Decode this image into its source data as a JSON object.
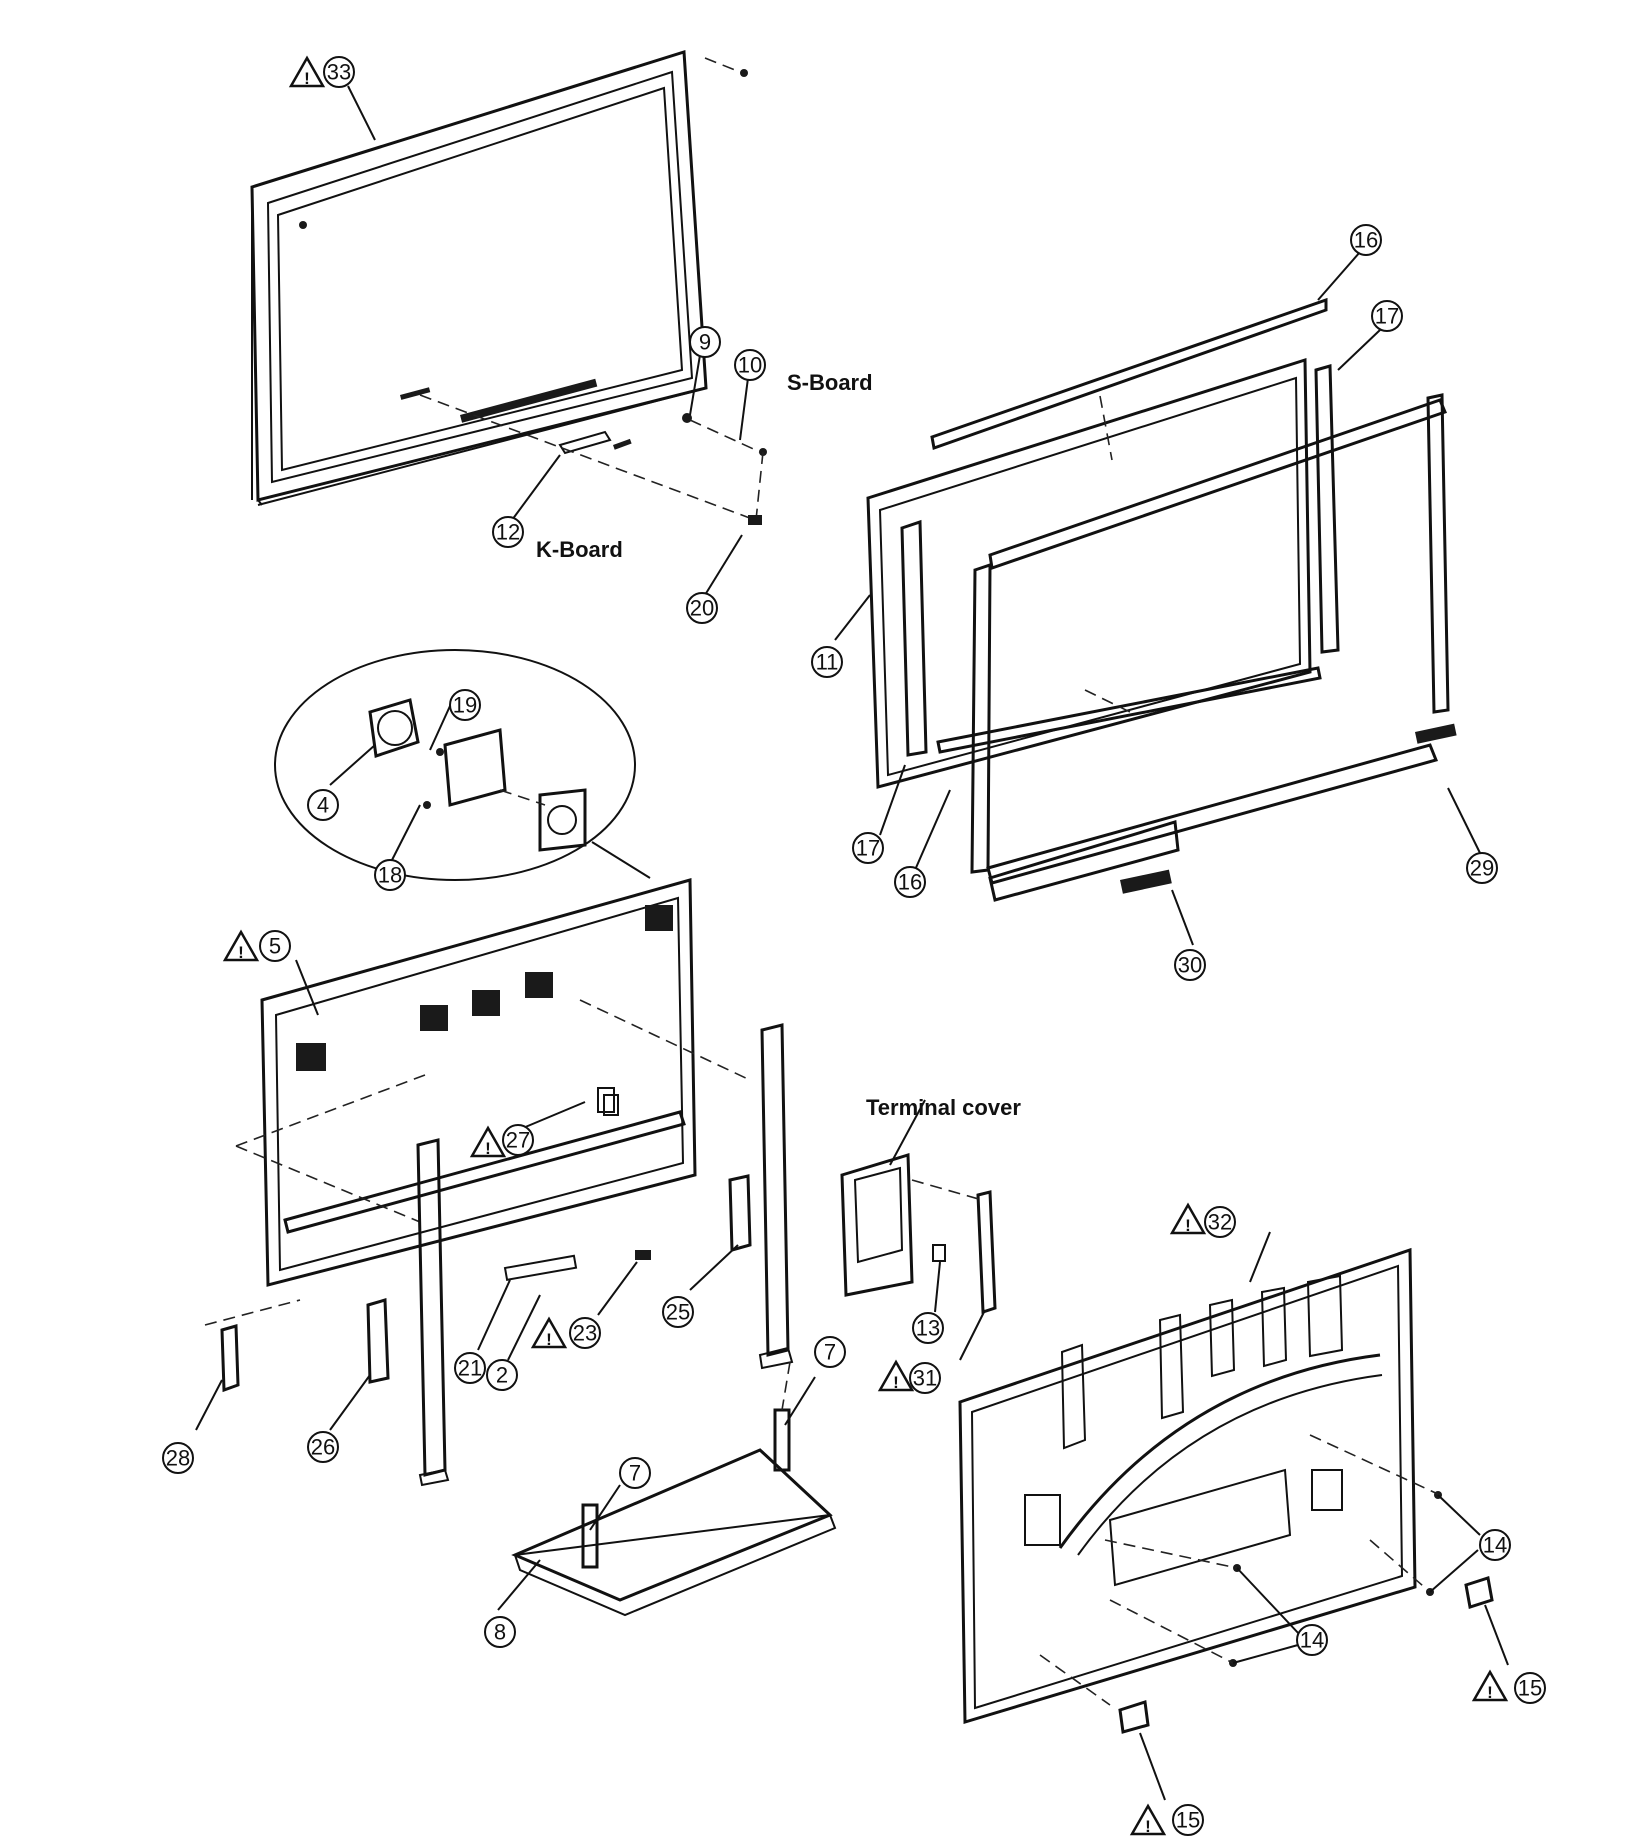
{
  "labels": {
    "s_board": "S-Board",
    "k_board": "K-Board",
    "terminal_cover": "Terminal cover"
  },
  "callouts": {
    "c33": "33",
    "c9": "9",
    "c10": "10",
    "c12": "12",
    "c20": "20",
    "c16a": "16",
    "c17a": "17",
    "c11": "11",
    "c17b": "17",
    "c16b": "16",
    "c29": "29",
    "c30": "30",
    "c19": "19",
    "c4": "4",
    "c18": "18",
    "c5": "5",
    "c27": "27",
    "c25": "25",
    "c23": "23",
    "c21": "21",
    "c2": "2",
    "c28": "28",
    "c26": "26",
    "c7a": "7",
    "c7b": "7",
    "c8": "8",
    "c13": "13",
    "c31": "31",
    "c32": "32",
    "c14a": "14",
    "c14b": "14",
    "c15a": "15",
    "c15b": "15"
  },
  "warning_mark": "!"
}
